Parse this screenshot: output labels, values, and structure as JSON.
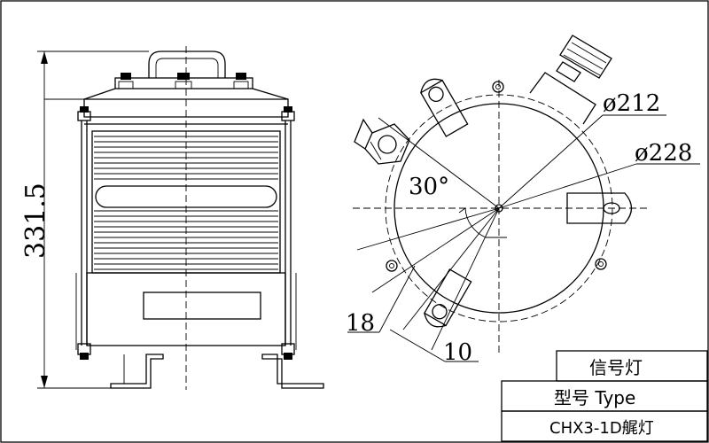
{
  "dimensions": {
    "height": "331.5",
    "diameter_inner": "ø212",
    "diameter_outer": "ø228",
    "angle": "30°",
    "spacing_18": "18",
    "spacing_10": "10"
  },
  "title_block": {
    "name": "信号灯",
    "type_label": "型号 Type",
    "model": "CHX3-1D艉灯"
  }
}
